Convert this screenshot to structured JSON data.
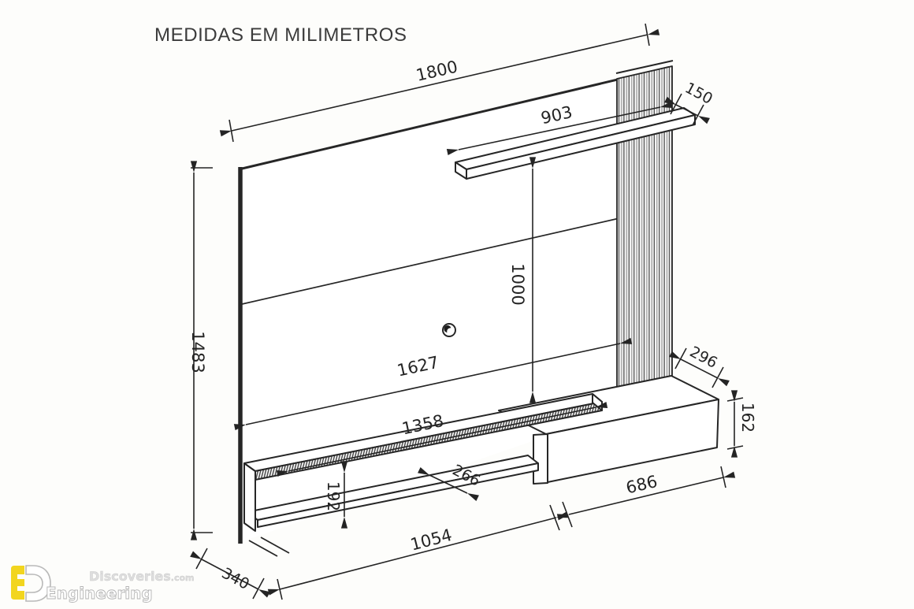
{
  "title": "MEDIDAS EM MILIMETROS",
  "diagram": {
    "subject": "tv-wall-panel-unit-dimension-drawing",
    "units": "mm",
    "dims": {
      "total_width": "1800",
      "shelf_length": "903",
      "shelf_depth": "150",
      "total_height": "1483",
      "shelf_clearance": "1000",
      "inner_width": "1627",
      "media_board_length": "1358",
      "base_depth": "296",
      "drawer_height": "162",
      "niche_height": "192",
      "niche_depth": "266",
      "open_section_length": "1054",
      "drawer_section_length": "686",
      "side_depth": "340"
    }
  },
  "watermark": {
    "line1": "Discoveries",
    "line1_suffix": ".com",
    "line2": "Engineering",
    "colors": {
      "accent_yellow": "#f2d51f",
      "text_light": "#dedede"
    }
  },
  "colors": {
    "ink": "#262626",
    "background": "#fdfdfb"
  }
}
